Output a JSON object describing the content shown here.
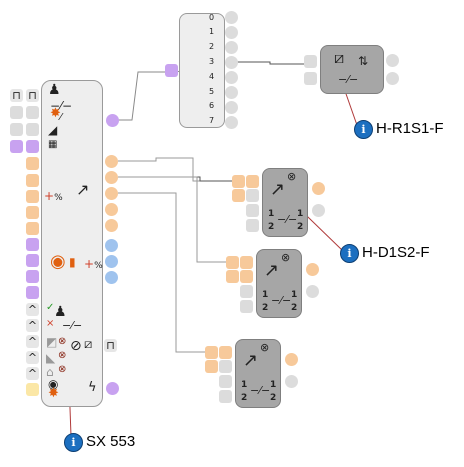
{
  "main_unit": {
    "label": "SX 553"
  },
  "selector": {
    "positions": [
      "0",
      "1",
      "2",
      "3",
      "4",
      "5",
      "6",
      "7"
    ]
  },
  "devices": [
    {
      "id": "relay",
      "label": "H-R1S1-F"
    },
    {
      "id": "dimmer1",
      "label": "H-D1S2-F",
      "numbers": [
        "1",
        "2",
        "1",
        "2"
      ]
    },
    {
      "id": "dimmer2",
      "numbers": [
        "1",
        "2",
        "1",
        "2"
      ]
    },
    {
      "id": "dimmer3",
      "numbers": [
        "1",
        "2",
        "1",
        "2"
      ]
    }
  ],
  "icons": {
    "info": "i",
    "percent": "%",
    "check": "✓",
    "cross": "×",
    "caret": "^"
  },
  "colors": {
    "orange": "#f7c99a",
    "purple": "#c8a2f0",
    "blue": "#9fc3ee",
    "grey": "#dcdcdc",
    "info_blue": "#1c6fc0",
    "link_red": "#b03a3a"
  }
}
